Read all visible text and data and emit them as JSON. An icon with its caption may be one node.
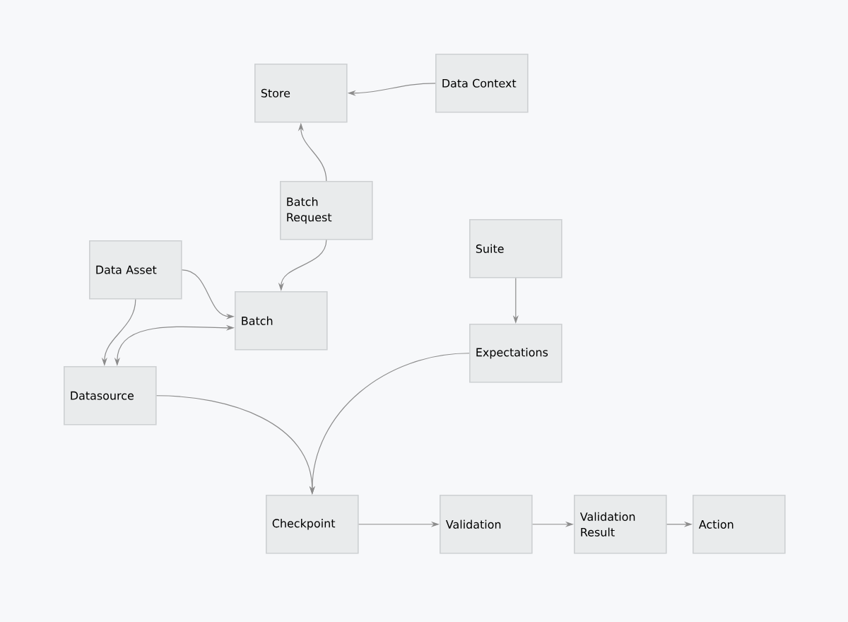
{
  "diagram": {
    "nodes": [
      {
        "text": [
          "Store"
        ]
      },
      {
        "text": [
          "Data Context"
        ]
      },
      {
        "text": [
          "Batch Request"
        ]
      },
      {
        "text": [
          "Suite"
        ]
      },
      {
        "text": [
          "Data Asset"
        ]
      },
      {
        "text": [
          "Batch"
        ]
      },
      {
        "text": [
          "Expectations"
        ]
      },
      {
        "text": [
          "Datasource"
        ]
      },
      {
        "text": [
          "Checkpoint"
        ]
      },
      {
        "text": [
          "Validation"
        ]
      },
      {
        "text": [
          "Validation Result"
        ]
      },
      {
        "text": [
          "Action"
        ]
      }
    ],
    "edges": [
      {
        "from": 1,
        "to": 0,
        "arrow": "to"
      },
      {
        "from": 2,
        "to": 0,
        "arrow": "to"
      },
      {
        "from": 2,
        "to": 5,
        "arrow": "to"
      },
      {
        "from": 4,
        "to": 5,
        "arrow": "to"
      },
      {
        "from": 4,
        "to": 7,
        "arrow": "to"
      },
      {
        "from": 7,
        "to": 5,
        "arrow": "both"
      },
      {
        "from": 3,
        "to": 6,
        "arrow": "to"
      },
      {
        "from": 7,
        "to": 8,
        "arrow": "to"
      },
      {
        "from": 6,
        "to": 8,
        "arrow": "to"
      },
      {
        "from": 8,
        "to": 9,
        "arrow": "to"
      },
      {
        "from": 9,
        "to": 10,
        "arrow": "to"
      },
      {
        "from": 10,
        "to": 11,
        "arrow": "to"
      }
    ]
  }
}
